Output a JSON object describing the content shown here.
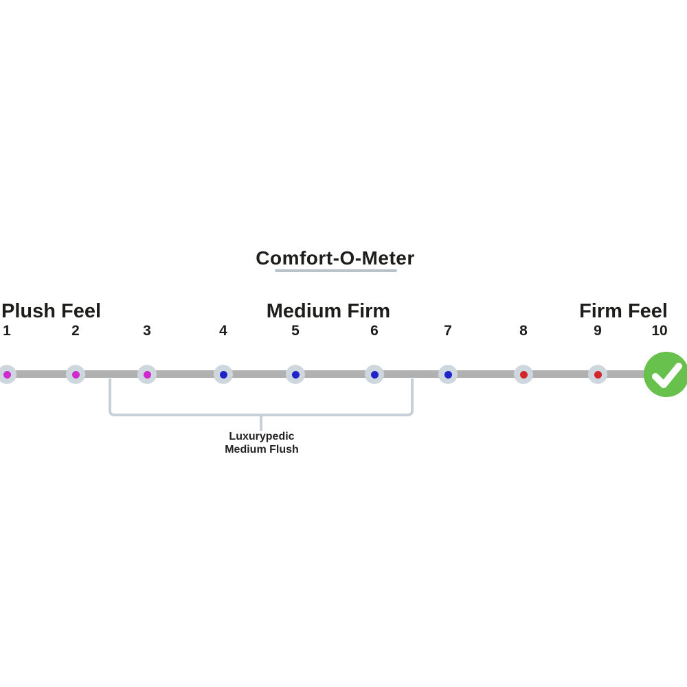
{
  "meter": {
    "title": "Comfort-O-Meter",
    "feel_labels": {
      "left": "Plush Feel",
      "center": "Medium Firm",
      "right": "Firm Feel"
    },
    "scale": [
      {
        "value": "1",
        "category": "plush"
      },
      {
        "value": "2",
        "category": "plush"
      },
      {
        "value": "3",
        "category": "plush"
      },
      {
        "value": "4",
        "category": "medium"
      },
      {
        "value": "5",
        "category": "medium"
      },
      {
        "value": "6",
        "category": "medium"
      },
      {
        "value": "7",
        "category": "medium"
      },
      {
        "value": "8",
        "category": "firm"
      },
      {
        "value": "9",
        "category": "firm"
      },
      {
        "value": "10",
        "category": "selected"
      }
    ],
    "selected_value": "10",
    "selected_marker": "check-icon",
    "annotation": {
      "line1": "Luxurypedic",
      "line2": "Medium Flush"
    }
  },
  "colors": {
    "plush_dot": "#cd2bcd",
    "medium_dot": "#2023c8",
    "firm_dot": "#d3262b",
    "selected_green": "#68c14c",
    "track_gray": "#b1b1b1",
    "dot_ring": "#ced7de",
    "bracket": "#c7d0d7",
    "underline": "#b8c3cb"
  }
}
